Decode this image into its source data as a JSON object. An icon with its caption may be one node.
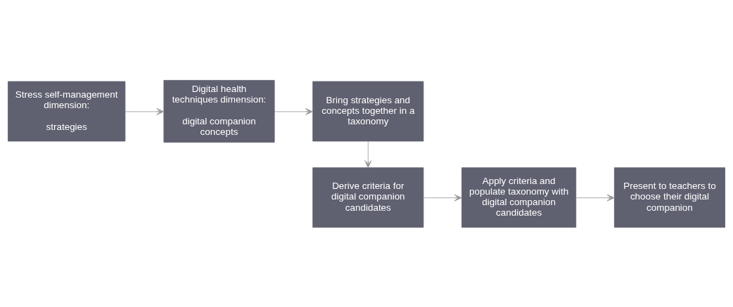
{
  "diagram": {
    "nodes": [
      {
        "text": [
          "Stress self-management dimension:",
          "strategies"
        ]
      },
      {
        "text": [
          "Digital health techniques dimension:",
          "digital companion concepts"
        ]
      },
      {
        "text": [
          "Bring strategies and concepts together in a taxonomy"
        ]
      },
      {
        "text": [
          "Derive criteria for digital companion candidates"
        ]
      },
      {
        "text": [
          "Apply criteria and populate taxonomy with digital companion candidates"
        ]
      },
      {
        "text": [
          "Present to teachers to choose their digital companion"
        ]
      }
    ],
    "edges": [
      {
        "from": 0,
        "to": 1,
        "arrow": "to"
      },
      {
        "from": 1,
        "to": 2,
        "arrow": "to"
      },
      {
        "from": 2,
        "to": 3,
        "arrow": "to"
      },
      {
        "from": 3,
        "to": 4,
        "arrow": "to"
      },
      {
        "from": 4,
        "to": 5,
        "arrow": "to"
      }
    ]
  }
}
